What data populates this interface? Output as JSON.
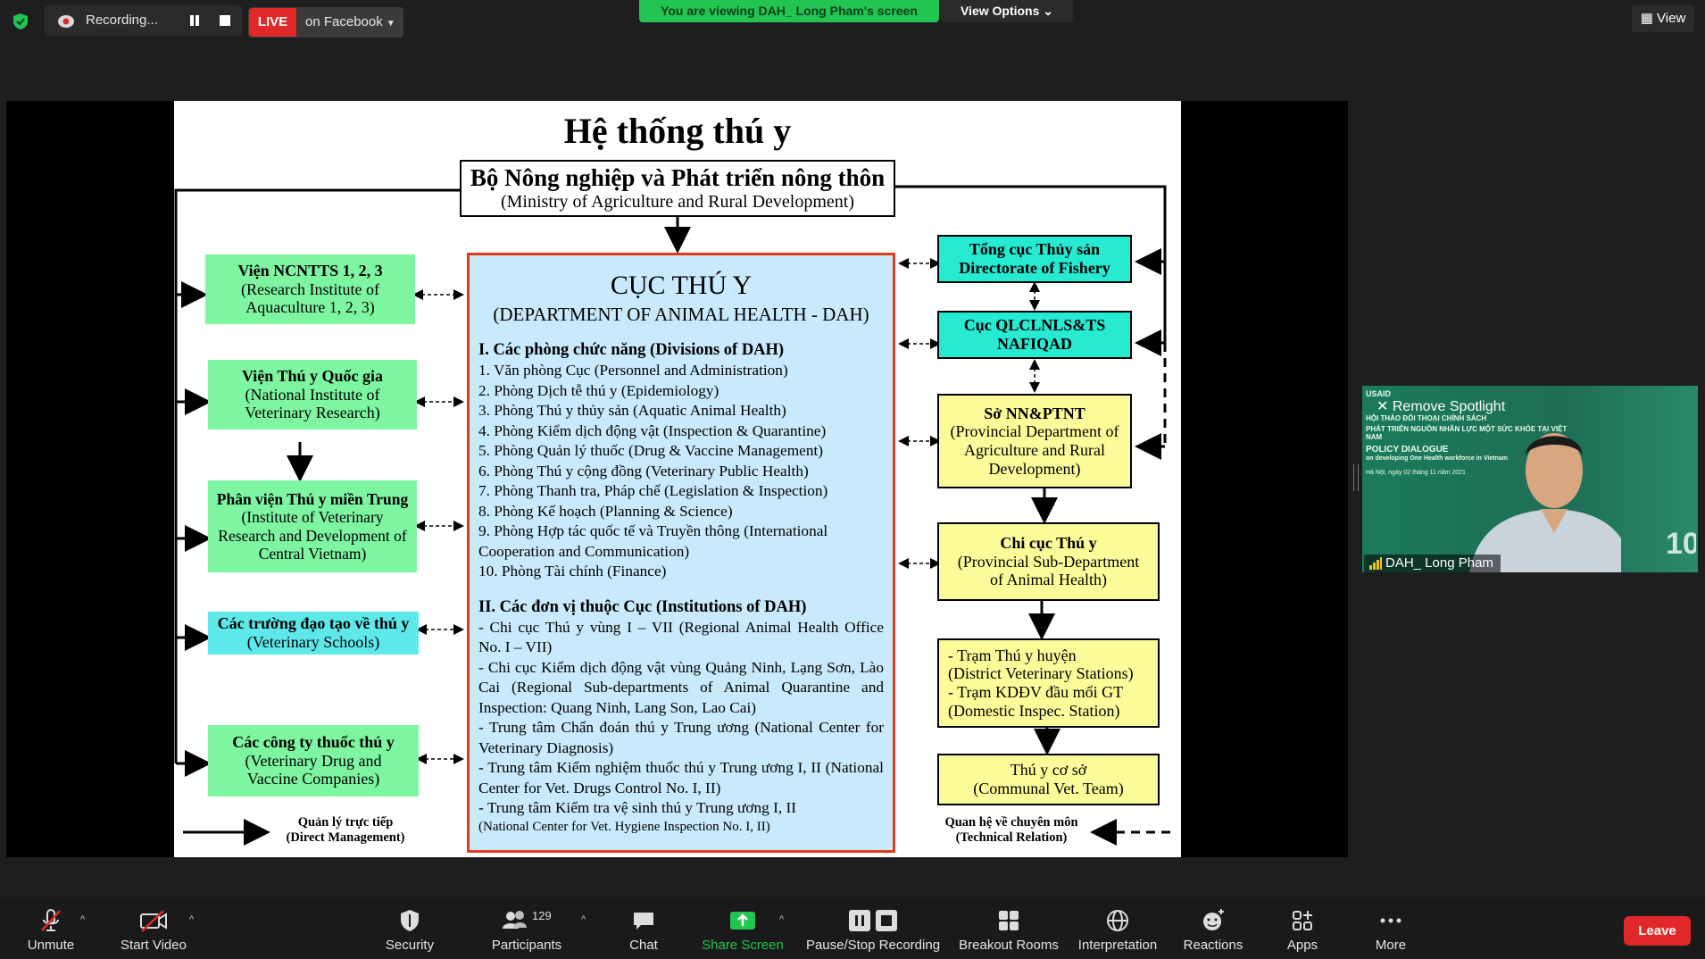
{
  "topbar": {
    "recording_label": "Recording...",
    "live_badge": "LIVE",
    "live_destination": "on Facebook",
    "viewing_banner": "You are viewing DAH_ Long Pham's screen",
    "view_options": "View Options",
    "view_button": "View"
  },
  "slide": {
    "title": "Hệ thống thú y",
    "ministry": {
      "vi": "Bộ Nông nghiệp và Phát triển nông thôn",
      "en": "(Ministry of Agriculture and Rural Development)"
    },
    "left_boxes": [
      {
        "vi": "Viện NCNTTS 1, 2, 3",
        "en": "(Research Institute of Aquaculture 1, 2, 3)"
      },
      {
        "vi": "Viện Thú y Quốc gia",
        "en": "(National Institute of Veterinary Research)"
      },
      {
        "vi": "Phân viện Thú y miền Trung",
        "en": "(Institute of Veterinary Research and Development of Central Vietnam)"
      },
      {
        "vi": "Các trường đạo tạo về thú y",
        "en": "(Veterinary Schools)"
      },
      {
        "vi": "Các công ty thuốc thú y",
        "en": "(Veterinary Drug and Vaccine Companies)"
      }
    ],
    "dah": {
      "title": "CỤC THÚ Y",
      "subtitle": "(DEPARTMENT OF ANIMAL HEALTH - DAH)",
      "section1": "I. Các phòng chức năng (Divisions of DAH)",
      "divisions": [
        "1. Văn phòng Cục (Personnel and Administration)",
        "2. Phòng Dịch tễ thú y (Epidemiology)",
        "3. Phòng Thú y thủy sản (Aquatic Animal Health)",
        "4. Phòng Kiểm dịch động vật (Inspection & Quarantine)",
        "5. Phòng Quản lý thuốc (Drug & Vaccine Management)",
        "6. Phòng Thú y cộng đồng (Veterinary Public Health)",
        "7. Phòng Thanh tra, Pháp chế (Legislation & Inspection)",
        "8. Phòng Kế hoạch (Planning & Science)",
        "9. Phòng Hợp tác quốc tế và Truyền thông (International Cooperation and Communication)",
        "10. Phòng Tài chính (Finance)"
      ],
      "section2": "II. Các đơn vị thuộc Cục (Institutions of DAH)",
      "institutions": [
        "- Chi cục Thú y vùng I – VII (Regional Animal Health Office No. I – VII)",
        "- Chi cục Kiểm dịch động vật vùng Quảng Ninh, Lạng Sơn, Lào Cai (Regional Sub-departments of Animal Quarantine and Inspection: Quang Ninh, Lang Son, Lao Cai)",
        "- Trung tâm Chẩn đoán thú y Trung ương (National Center for Veterinary Diagnosis)",
        "- Trung tâm Kiểm nghiệm thuốc thú y Trung ương I, II (National Center for Vet. Drugs Control No. I, II)",
        "- Trung tâm Kiểm tra vệ sinh thú y Trung ương I, II"
      ],
      "institutions_last_en": "(National Center for Vet. Hygiene Inspection No. I, II)"
    },
    "right_boxes": [
      {
        "vi": "Tổng cục Thủy sản",
        "en": "Directorate of Fishery"
      },
      {
        "vi": "Cục QLCLNLS&TS",
        "en": "NAFIQAD"
      },
      {
        "vi": "Sở NN&PTNT",
        "en": "(Provincial Department of Agriculture and Rural Development)"
      },
      {
        "vi": "Chi cục Thú y",
        "en": "(Provincial Sub-Department of Animal Health)"
      },
      {
        "l1": "- Trạm Thú y huyện",
        "l2": "(District Veterinary Stations)",
        "l3": "- Trạm KDĐV đầu mối GT",
        "l4": "(Domestic Inspec. Station)"
      },
      {
        "vi": "Thú y cơ sở",
        "en": "(Communal Vet. Team)"
      }
    ],
    "legend_direct": {
      "vi": "Quản lý trực tiếp",
      "en": "(Direct Management)"
    },
    "legend_technical": {
      "vi": "Quan hệ về chuyên môn",
      "en": "(Technical Relation)"
    }
  },
  "participant": {
    "remove_spotlight": "Remove Spotlight",
    "name": "DAH_ Long Pham",
    "bg_text": [
      "USAID",
      "HỘI THẢO ĐỐI THOẠI CHÍNH SÁCH",
      "PHÁT TRIỂN NGUỒN NHÂN LỰC MỘT SỨC KHỎE TẠI VIỆT NAM",
      "POLICY DIALOGUE",
      "on developing One Health workforce in Vietnam",
      "Hà Nội, ngày 02 tháng 11 năm 2021"
    ]
  },
  "toolbar": {
    "unmute": "Unmute",
    "start_video": "Start Video",
    "security": "Security",
    "participants": "Participants",
    "participants_count": "129",
    "chat": "Chat",
    "share_screen": "Share Screen",
    "pause_stop_recording": "Pause/Stop Recording",
    "breakout_rooms": "Breakout Rooms",
    "interpretation": "Interpretation",
    "reactions": "Reactions",
    "apps": "Apps",
    "more": "More",
    "leave": "Leave"
  },
  "colors": {
    "live": "#e02828",
    "banner": "#23c552",
    "share_screen": "#23c552",
    "dah_border": "#e23b1c"
  }
}
